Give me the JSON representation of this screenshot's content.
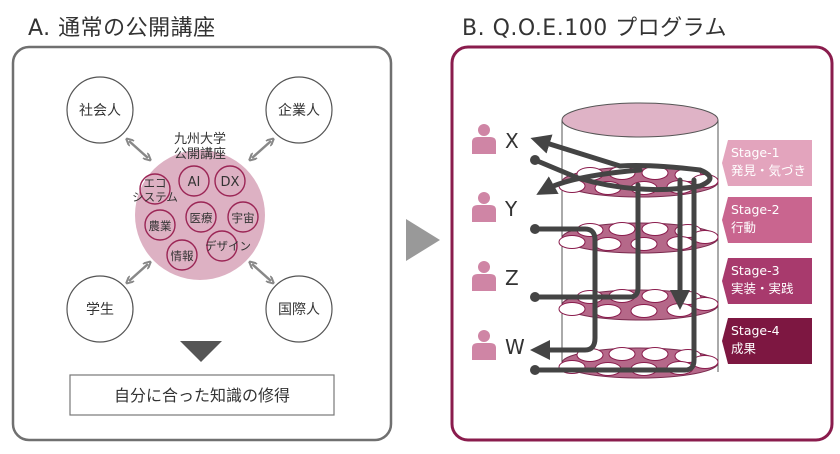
{
  "panel_a": {
    "title": "A. 通常の公開講座",
    "center_label_line1": "九州大学",
    "center_label_line2": "公開講座",
    "topics": [
      "エコ",
      "システム",
      "AI",
      "DX",
      "農業",
      "医療",
      "宇宙",
      "情報",
      "デザイン"
    ],
    "audiences": [
      "社会人",
      "企業人",
      "学生",
      "国際人"
    ],
    "result_label": "自分に合った知識の修得"
  },
  "panel_b": {
    "title": "B. Q.O.E.100 プログラム",
    "learners": [
      "X",
      "Y",
      "Z",
      "W"
    ],
    "stages": [
      {
        "name": "Stage-1",
        "desc": "発見・気づき",
        "color": "#e3a4bd"
      },
      {
        "name": "Stage-2",
        "desc": "行動",
        "color": "#c9658f"
      },
      {
        "name": "Stage-3",
        "desc": "実装・実践",
        "color": "#a83a6d"
      },
      {
        "name": "Stage-4",
        "desc": "成果",
        "color": "#7d1741"
      }
    ]
  },
  "colors": {
    "panel_a_border": "#707070",
    "panel_b_border": "#8a1c4d",
    "pink_fill": "#ddb1c3",
    "disk_fill": "#b56889",
    "topic_ring": "#9b2555",
    "person": "#cf85a5",
    "path": "#444444",
    "arrow_gray": "#909090"
  }
}
